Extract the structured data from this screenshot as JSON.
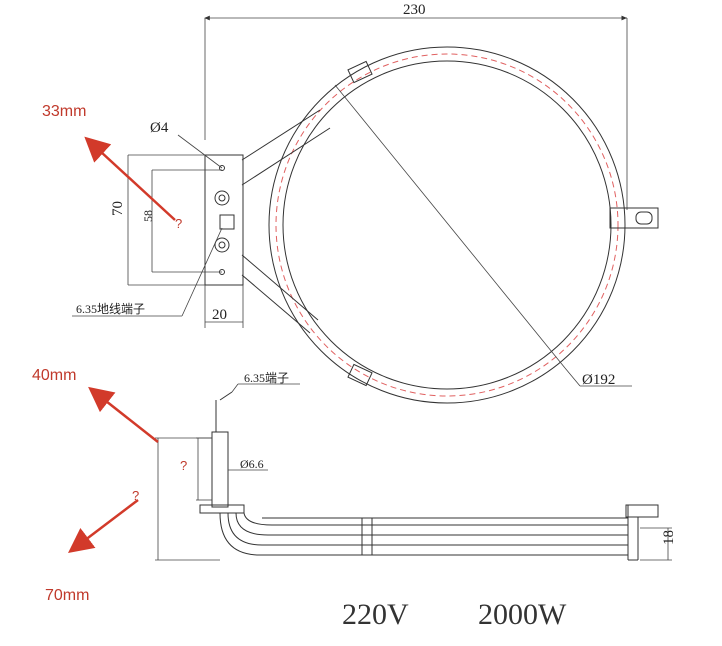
{
  "dimensions": {
    "top_width": "230",
    "hole_dia": "Ø4",
    "plate_height": "70",
    "terminal_spacing": "58",
    "plate_width": "20",
    "ring_dia": "Ø192",
    "tube_dia": "Ø6.6",
    "end_height": "18"
  },
  "labels": {
    "ground_terminal": "6.35地线端子",
    "terminal": "6.35端子"
  },
  "annotations": {
    "top_arrow": "33mm",
    "mid_arrow": "40mm",
    "bottom_arrow": "70mm",
    "question_mark": "?"
  },
  "specs": {
    "voltage": "220V",
    "power": "2000W"
  },
  "colors": {
    "annotation": "#c0392b",
    "line": "#333333",
    "dashed": "#e06060"
  }
}
